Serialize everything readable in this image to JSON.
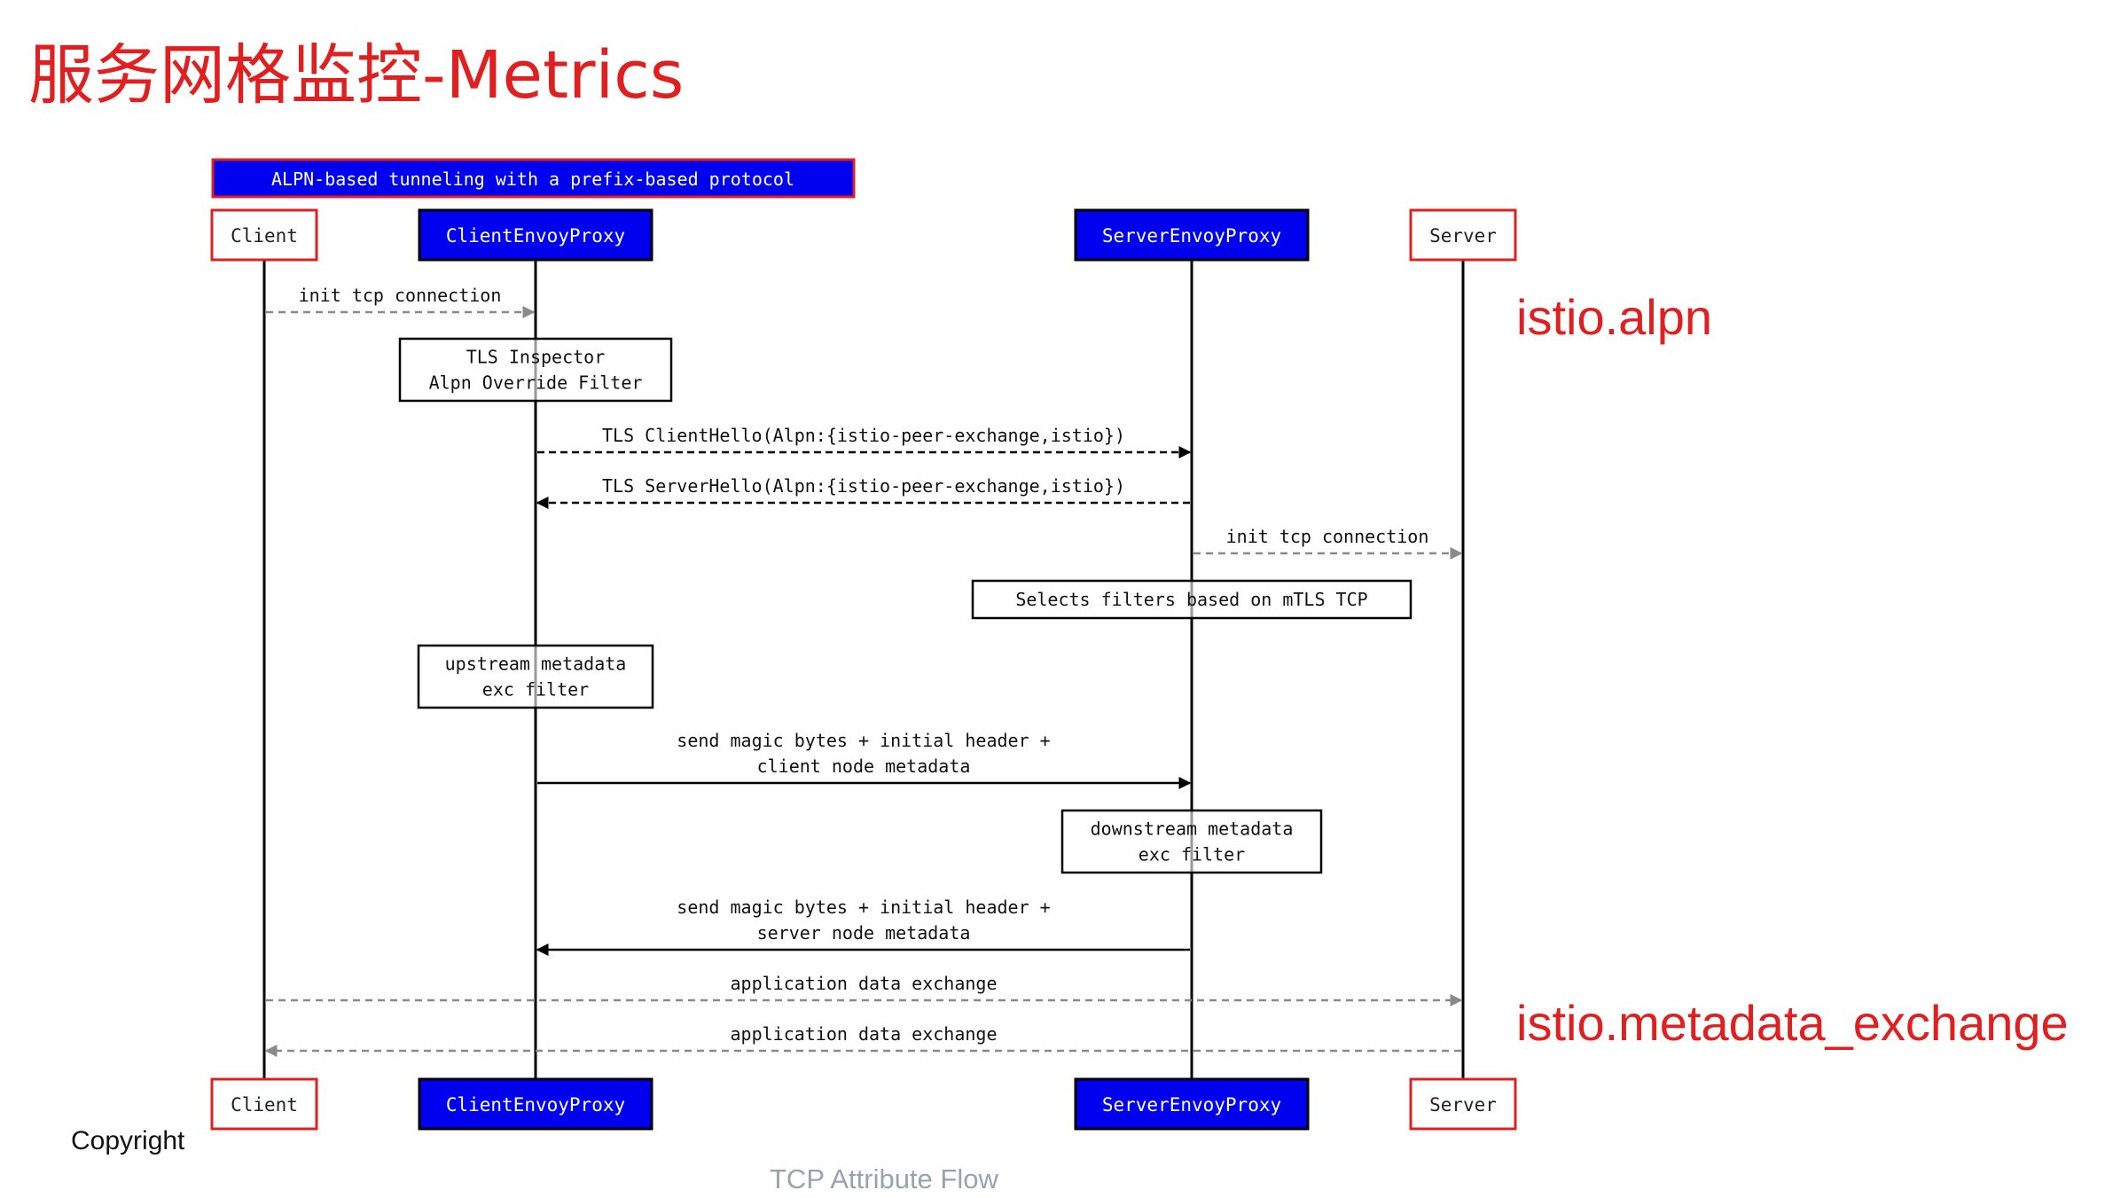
{
  "title": "服务网格监控-Metrics",
  "banner": "ALPN-based tunneling with a prefix-based protocol",
  "participants": [
    {
      "label": "Client",
      "style": "outline"
    },
    {
      "label": "ClientEnvoyProxy",
      "style": "filled"
    },
    {
      "label": "ServerEnvoyProxy",
      "style": "filled"
    },
    {
      "label": "Server",
      "style": "outline"
    }
  ],
  "messages": [
    {
      "from": 0,
      "to": 1,
      "lines": [
        "init tcp connection"
      ],
      "style": "dashed-gray"
    },
    {
      "from": 1,
      "to": 2,
      "lines": [
        "TLS ClientHello(Alpn:{istio-peer-exchange,istio})"
      ],
      "style": "dashed-black"
    },
    {
      "from": 2,
      "to": 1,
      "lines": [
        "TLS ServerHello(Alpn:{istio-peer-exchange,istio})"
      ],
      "style": "dashed-black"
    },
    {
      "from": 2,
      "to": 3,
      "lines": [
        "init tcp connection"
      ],
      "style": "dashed-gray"
    },
    {
      "from": 1,
      "to": 2,
      "lines": [
        "send magic bytes + initial header +",
        "client node metadata"
      ],
      "style": "solid"
    },
    {
      "from": 2,
      "to": 1,
      "lines": [
        "send magic bytes + initial header +",
        "server node metadata"
      ],
      "style": "solid"
    },
    {
      "from": 0,
      "to": 3,
      "lines": [
        "application data exchange"
      ],
      "style": "dashed-gray"
    },
    {
      "from": 3,
      "to": 0,
      "lines": [
        "application data exchange"
      ],
      "style": "dashed-gray"
    }
  ],
  "notes": [
    {
      "lines": [
        "TLS Inspector",
        "Alpn Override Filter"
      ]
    },
    {
      "lines": [
        "Selects filters based on mTLS TCP"
      ]
    },
    {
      "lines": [
        "upstream metadata",
        "exc filter"
      ]
    },
    {
      "lines": [
        "downstream metadata",
        "exc filter"
      ]
    }
  ],
  "side_labels": [
    "istio.alpn",
    "istio.metadata_exchange"
  ],
  "copyright": "Copyright",
  "caption": "TCP Attribute Flow",
  "colors": {
    "accent_red": "#e02020",
    "participant_fill": "#0000ee",
    "banner_border": "#e02020"
  }
}
